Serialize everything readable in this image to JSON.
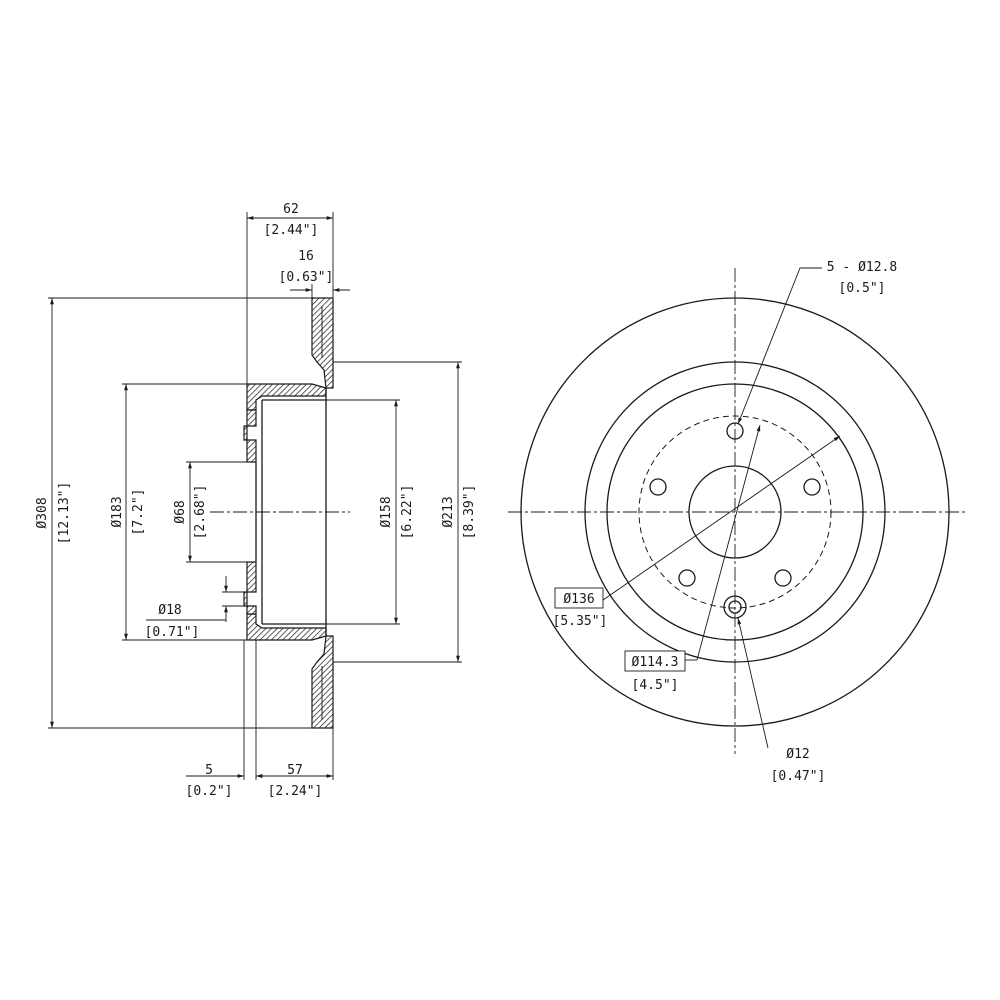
{
  "side_view": {
    "overall_width": {
      "metric": "62",
      "imperial": "[2.44\"]"
    },
    "friction_thickness": {
      "metric": "16",
      "imperial": "[0.63\"]"
    },
    "outer_diameter": {
      "metric": "Ø308",
      "imperial": "[12.13\"]"
    },
    "hat_diameter": {
      "metric": "Ø183",
      "imperial": "[7.2\"]"
    },
    "center_bore": {
      "metric": "Ø68",
      "imperial": "[2.68\"]"
    },
    "small_hole": {
      "metric": "Ø18",
      "imperial": "[0.71\"]"
    },
    "inner_hat_diameter": {
      "metric": "Ø158",
      "imperial": "[6.22\"]"
    },
    "braking_inner_diameter": {
      "metric": "Ø213",
      "imperial": "[8.39\"]"
    },
    "hat_flange_thickness": {
      "metric": "5",
      "imperial": "[0.2\"]"
    },
    "hat_height": {
      "metric": "57",
      "imperial": "[2.24\"]"
    }
  },
  "front_view": {
    "bolt_holes": {
      "metric": "5 - Ø12.8",
      "imperial": "[0.5\"]"
    },
    "pcd_outer": {
      "metric": "Ø136",
      "imperial": "[5.35\"]"
    },
    "bolt_circle": {
      "metric": "Ø114.3",
      "imperial": "[4.5\"]"
    },
    "pin_hole": {
      "metric": "Ø12",
      "imperial": "[0.47\"]"
    }
  },
  "colors": {
    "line": "#1a1a1a",
    "background": "#ffffff"
  }
}
